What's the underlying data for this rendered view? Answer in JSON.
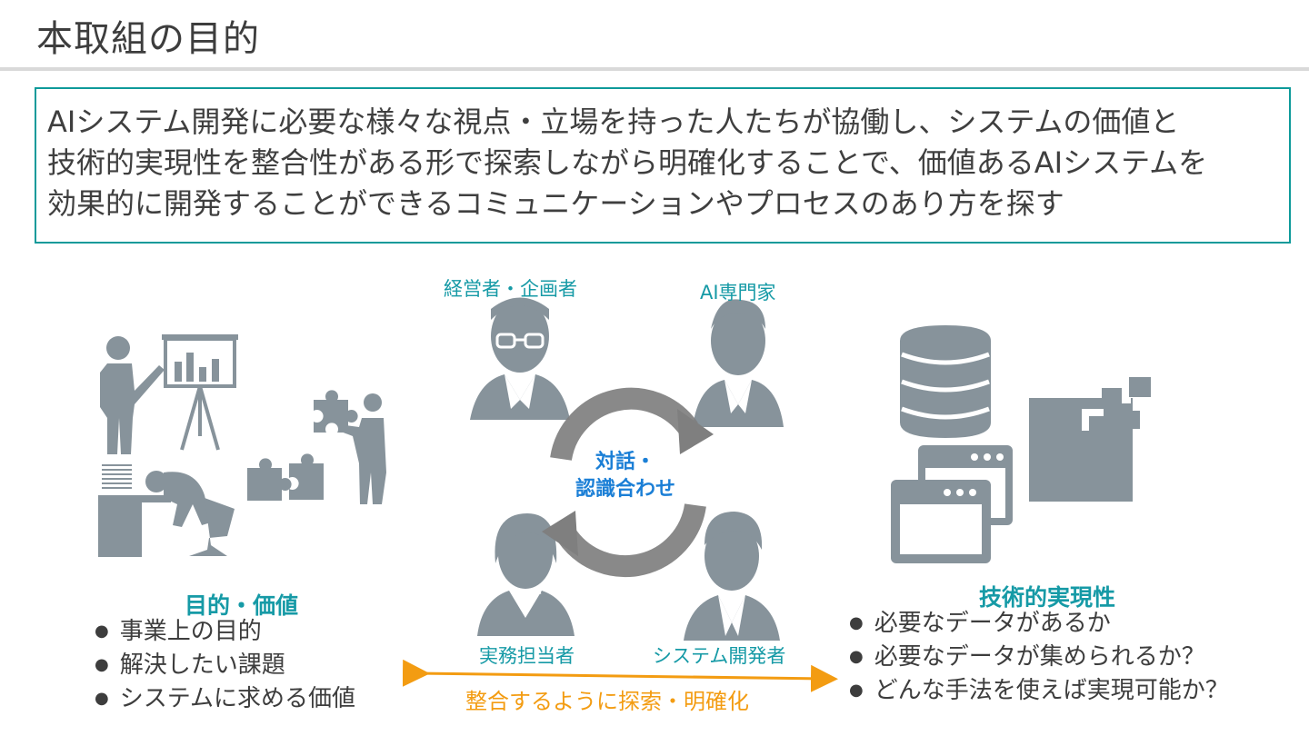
{
  "title": "本取組の目的",
  "purpose": {
    "lines": [
      "AIシステム開発に必要な様々な視点・立場を持った人たちが協働し、システムの価値と",
      "技術的実現性を整合性がある形で探索しながら明確化することで、価値あるAIシステムを",
      "効果的に開発することができるコミュニケーションやプロセスのあり方を探す"
    ]
  },
  "roles": {
    "executive": "経営者・企画者",
    "ai_expert": "AI専門家",
    "practitioner": "実務担当者",
    "developer": "システム開発者"
  },
  "cycle_label": [
    "対話・",
    "認識合わせ"
  ],
  "left": {
    "heading": "目的・価値",
    "items": [
      "事業上の目的",
      "解決したい課題",
      "システムに求める価値"
    ]
  },
  "right": {
    "heading": "技術的実現性",
    "items": [
      "必要なデータがあるか",
      "必要なデータが集められるか？",
      "どんな手法を使えば実現可能か？"
    ]
  },
  "bottom_label": "整合するように探索・明確化",
  "colors": {
    "accent": "#0e9a9a",
    "icon_gray": "#87939b",
    "cycle_blue": "#1b7fd6",
    "arrow_orange": "#f39c12"
  }
}
